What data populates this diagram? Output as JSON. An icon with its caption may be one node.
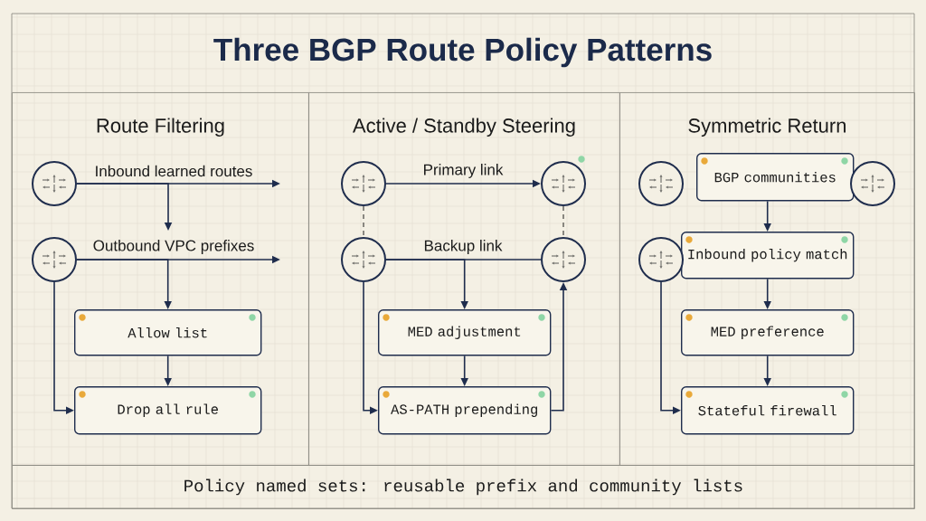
{
  "diagram": {
    "title": "Three BGP Route Policy Patterns",
    "nodes": [
      {
        "text": [
          "Route Filtering"
        ]
      },
      {
        "text": [],
        "shape": "circle",
        "in": 0
      },
      {
        "text": [],
        "shape": "circle",
        "in": 0
      },
      {
        "text": [
          "Allow list"
        ],
        "in": 0
      },
      {
        "text": [
          "Drop all rule"
        ],
        "in": 0
      },
      {
        "text": [
          "Active / Standby Steering"
        ]
      },
      {
        "text": [],
        "shape": "circle",
        "in": 5
      },
      {
        "text": [],
        "shape": "circle",
        "in": 5
      },
      {
        "text": [],
        "shape": "circle",
        "in": 5
      },
      {
        "text": [],
        "shape": "circle",
        "in": 5
      },
      {
        "text": [
          "MED adjustment"
        ],
        "in": 5
      },
      {
        "text": [
          "AS-PATH prepending"
        ],
        "in": 5
      },
      {
        "text": [
          "Symmetric Return"
        ]
      },
      {
        "text": [],
        "shape": "circle",
        "in": 12
      },
      {
        "text": [
          "BGP communities"
        ],
        "in": 12
      },
      {
        "text": [],
        "shape": "circle",
        "in": 12
      },
      {
        "text": [
          "Inbound policy match"
        ],
        "in": 12
      },
      {
        "text": [],
        "shape": "circle",
        "in": 12
      },
      {
        "text": [
          "MED preference"
        ],
        "in": 12
      },
      {
        "text": [
          "Stateful firewall"
        ],
        "in": 12
      },
      {
        "text": [
          "Policy named sets: reusable prefix and community lists"
        ]
      }
    ],
    "edges": [
      {
        "from": 1,
        "to": null,
        "arrow": "to",
        "label": "Inbound learned routes"
      },
      {
        "from": 1,
        "to": null,
        "arrow": "to"
      },
      {
        "from": 2,
        "to": null,
        "arrow": "to",
        "label": "Outbound VPC prefixes"
      },
      {
        "from": 2,
        "to": 3,
        "arrow": "to"
      },
      {
        "from": 3,
        "to": 4,
        "arrow": "to"
      },
      {
        "from": 2,
        "to": 4,
        "arrow": "to"
      },
      {
        "from": 6,
        "to": 7,
        "arrow": "to",
        "label": "Primary link"
      },
      {
        "from": 6,
        "to": 8,
        "arrow": "none",
        "style": "dashed",
        "color": "#6f6e68"
      },
      {
        "from": 7,
        "to": 9,
        "arrow": "none",
        "style": "dashed",
        "color": "#6f6e68"
      },
      {
        "from": 8,
        "to": 9,
        "arrow": "none",
        "label": "Backup link"
      },
      {
        "from": 8,
        "to": 10,
        "arrow": "to"
      },
      {
        "from": 10,
        "to": 11,
        "arrow": "to"
      },
      {
        "from": 8,
        "to": 11,
        "arrow": "to"
      },
      {
        "from": 11,
        "to": 9,
        "arrow": "to"
      },
      {
        "from": 14,
        "to": 16,
        "arrow": "to"
      },
      {
        "from": 16,
        "to": 18,
        "arrow": "to"
      },
      {
        "from": 18,
        "to": 19,
        "arrow": "to"
      },
      {
        "from": 17,
        "to": 19,
        "arrow": "to"
      }
    ]
  }
}
